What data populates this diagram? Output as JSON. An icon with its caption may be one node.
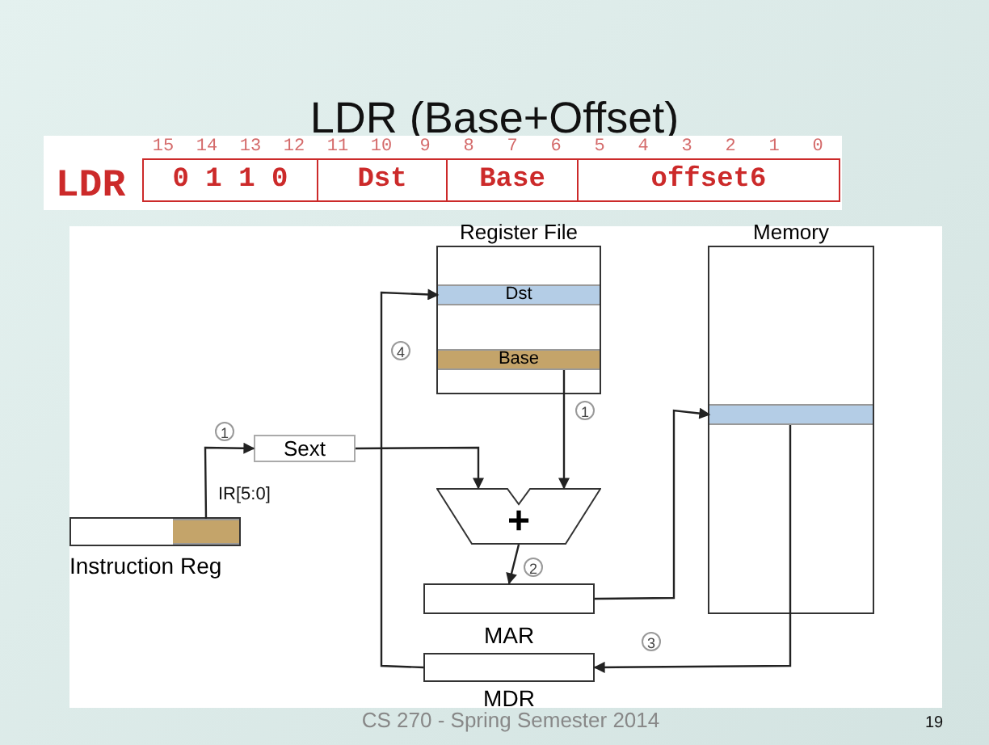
{
  "diagram": {
    "title": "LDR (Base+Offset)",
    "nodes": [
      {
        "text": [
          "Register File"
        ]
      },
      {
        "text": [
          "Dst"
        ],
        "in": 0
      },
      {
        "text": [
          "Base"
        ],
        "in": 0
      },
      {
        "text": [
          "Memory"
        ]
      },
      {
        "text": [],
        "shape": "bar",
        "in": 3
      },
      {
        "text": [
          "Sext"
        ]
      },
      {
        "text": [
          "Instruction Reg"
        ]
      },
      {
        "text": [],
        "shape": "bar",
        "in": 6
      },
      {
        "text": [
          "+"
        ]
      },
      {
        "text": [
          "MAR"
        ]
      },
      {
        "text": [
          "MDR"
        ]
      }
    ],
    "edges": [
      {
        "from": 7,
        "to": 5,
        "arrow": "to",
        "label": "IR[5:0]"
      },
      {
        "from": 5,
        "to": 8,
        "arrow": "to"
      },
      {
        "from": 2,
        "to": 8,
        "arrow": "to"
      },
      {
        "from": 8,
        "to": 9,
        "arrow": "to"
      },
      {
        "from": 9,
        "to": 4,
        "arrow": "to"
      },
      {
        "from": 4,
        "to": 10,
        "arrow": "to"
      },
      {
        "from": 10,
        "to": 1,
        "arrow": "to"
      }
    ],
    "labels": [
      "LDR",
      "15",
      "14",
      "13",
      "12",
      "11",
      "10",
      "9",
      "8",
      "7",
      "6",
      "5",
      "4",
      "3",
      "2",
      "1",
      "0",
      "0 1 1 0",
      "Dst",
      "Base",
      "offset6",
      "4",
      "1",
      "1",
      "2",
      "3",
      "CS 270 - Spring Semester 2014",
      "19"
    ]
  }
}
